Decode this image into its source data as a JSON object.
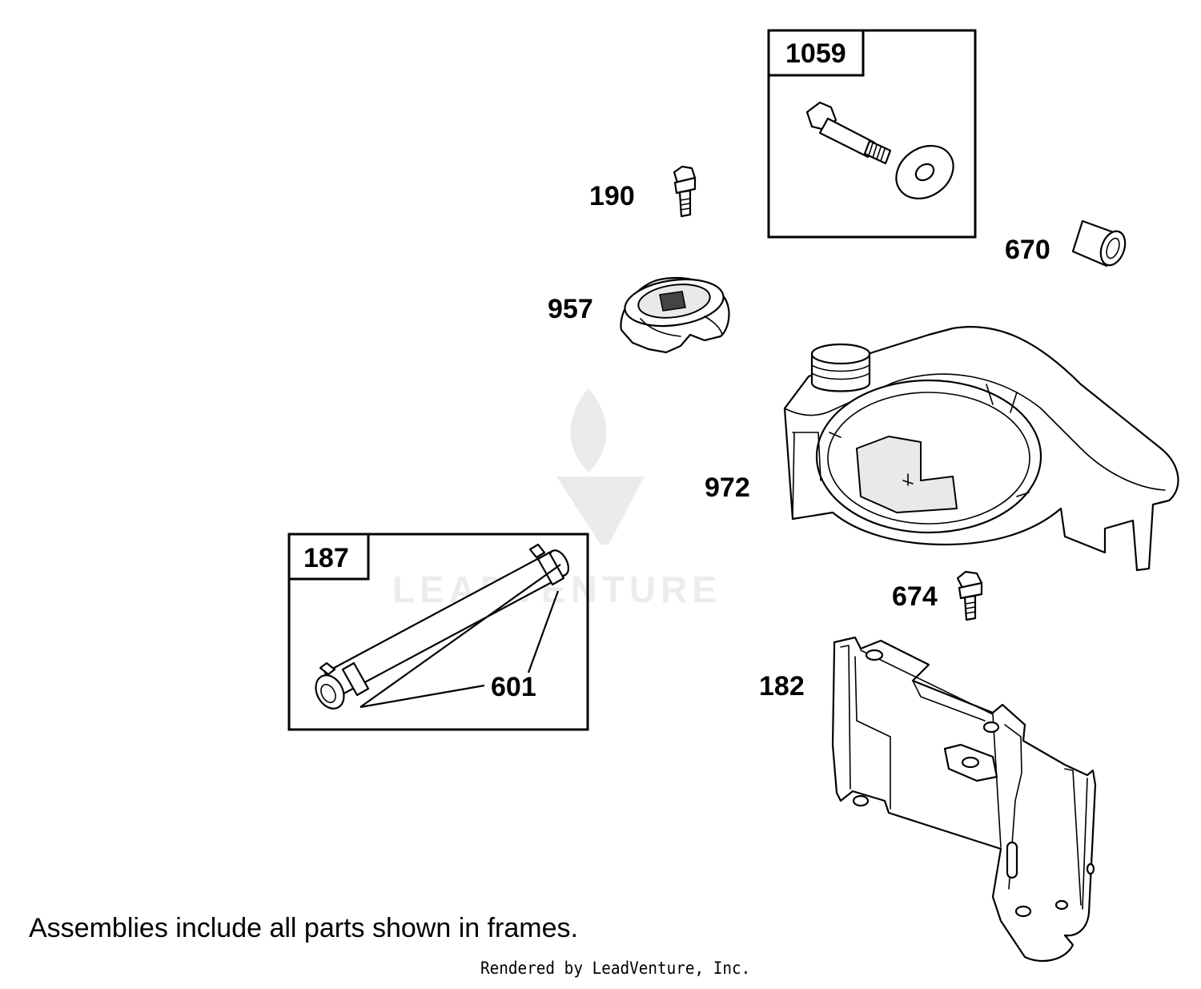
{
  "diagram": {
    "frames": [
      {
        "id": "frame-1059",
        "label": "1059"
      },
      {
        "id": "frame-187",
        "label": "187"
      }
    ],
    "callouts": [
      {
        "id": "callout-190",
        "label": "190",
        "part": "bolt"
      },
      {
        "id": "callout-670",
        "label": "670",
        "part": "spacer"
      },
      {
        "id": "callout-957",
        "label": "957",
        "part": "fuel-cap"
      },
      {
        "id": "callout-972",
        "label": "972",
        "part": "fuel-tank"
      },
      {
        "id": "callout-674",
        "label": "674",
        "part": "screw"
      },
      {
        "id": "callout-182",
        "label": "182",
        "part": "bracket"
      },
      {
        "id": "callout-601",
        "label": "601",
        "part": "hose-clamps"
      }
    ],
    "watermark": "LEADVENTURE"
  },
  "footnote": "Assemblies include all parts shown in frames.",
  "credit": "Rendered by LeadVenture, Inc."
}
